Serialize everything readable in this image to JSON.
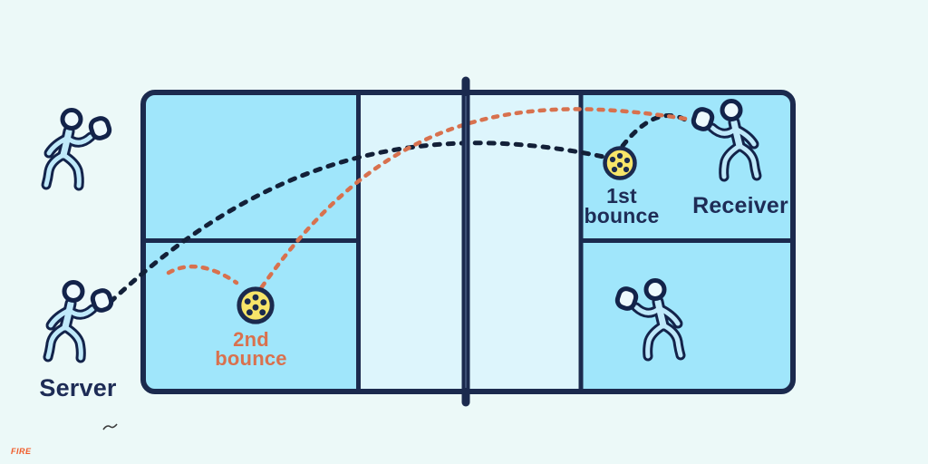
{
  "scene": {
    "description_labels": {
      "first_bounce_line1": "1st",
      "first_bounce_line2": "bounce",
      "second_bounce_line1": "2nd",
      "second_bounce_line2": "bounce",
      "server": "Server",
      "receiver": "Receiver"
    },
    "watermark": "FIRE",
    "colors": {
      "background": "#ecf9f8",
      "court_service_area": "#a0e6fb",
      "court_kitchen": "#ddf5fc",
      "court_line": "#1b2a4e",
      "net": "#1b2a4e",
      "serve_trajectory": "#132038",
      "return_trajectory": "#d8714e",
      "ball_fill": "#f7e569",
      "ball_holes": "#1b2a4e",
      "label_navy": "#1e2c56",
      "label_orange": "#d9714e",
      "watermark_color": "#f05a28"
    },
    "icons": {
      "players": [
        "server-partner-player-icon",
        "server-player-icon",
        "receiver-player-icon",
        "receiver-partner-player-icon"
      ],
      "balls": [
        "first-bounce-ball-icon",
        "second-bounce-ball-icon"
      ]
    }
  }
}
